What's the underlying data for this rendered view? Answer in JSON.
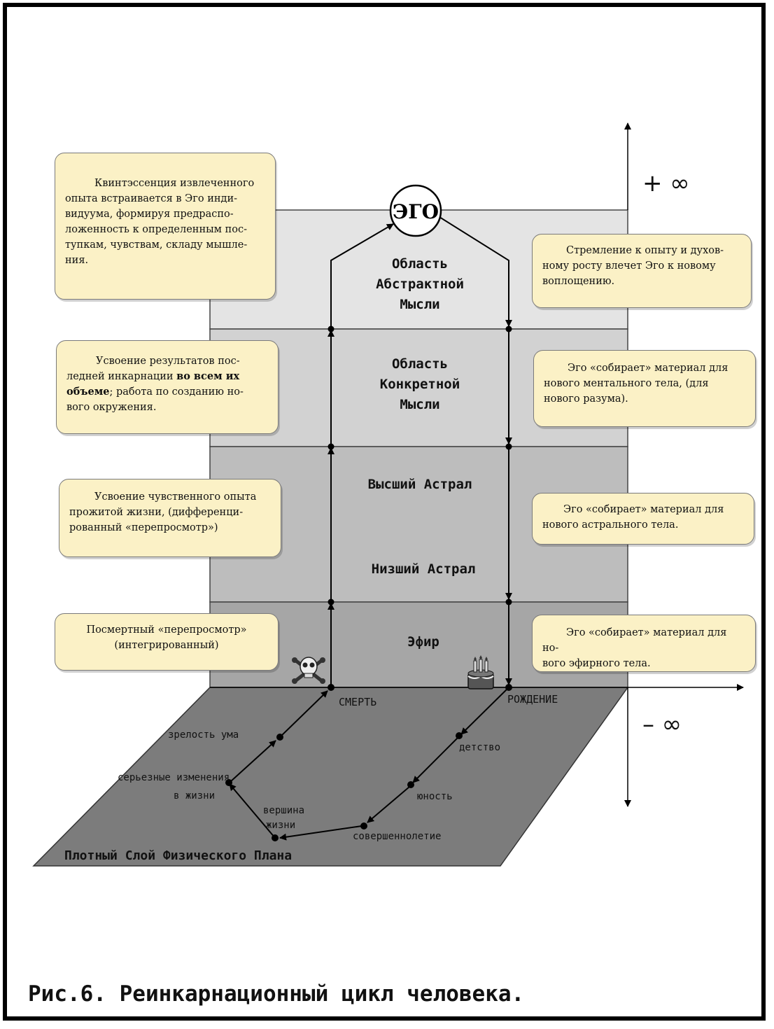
{
  "ego_label": "ЭГО",
  "plus_infinity": "+ ∞",
  "minus_infinity": "– ∞",
  "zones": {
    "abstract": [
      "Область",
      "Абстрактной",
      "Мысли"
    ],
    "concrete": [
      "Область",
      "Конкретной",
      "Мысли"
    ],
    "higher_astral": "Высший Астрал",
    "lower_astral": "Низший Астрал",
    "ether": "Эфир"
  },
  "death_label": "СМЕРТЬ",
  "birth_label": "РОЖДЕНИЕ",
  "plane_label": "Плотный Слой Физического Плана",
  "life_stages": {
    "childhood": "детство",
    "youth": "юность",
    "adulthood": "совершеннолетие",
    "life_peak": [
      "вершина",
      "жизни"
    ],
    "serious_changes": [
      "серьезные изменения",
      "в жизни"
    ],
    "maturity": "зрелость ума"
  },
  "notes": {
    "left_1": [
      "Квинтэссенция извлеченного",
      "опыта встраивается в Эго инди-",
      "видуума, формируя предраспо-",
      "ложенность к определенным пос-",
      "тупкам, чувствам, складу мышле-",
      "ния."
    ],
    "left_2": {
      "line1": "Усвоение результатов пос-",
      "line2_pre": "ледней инкарнации ",
      "line2_bold": "во всем их",
      "line3_bold": "объеме",
      "line3_post": "; работа по созданию но-",
      "line4": "вого окружения."
    },
    "left_3": [
      "Усвоение чувственного опыта",
      "прожитой жизни, (дифференци-",
      "рованный «перепросмотр»)"
    ],
    "left_4": [
      "Посмертный «перепросмотр»",
      "(интегрированный)"
    ],
    "right_1": [
      "Стремление к опыту и духов-",
      "ному росту влечет Эго к новому",
      "воплощению."
    ],
    "right_2": [
      "Эго «собирает» материал для",
      "нового ментального тела, (для",
      "нового разума)."
    ],
    "right_3": [
      "Эго «собирает» материал  для",
      "нового астрального тела."
    ],
    "right_4": [
      "Эго «собирает» материал для но-",
      "вого эфирного тела."
    ]
  },
  "caption": "Рис.6. Реинкарнационный цикл человека.",
  "colors": {
    "abstract": "#e4e4e4",
    "concrete": "#d2d2d2",
    "astral": "#bdbdbd",
    "ether": "#a6a6a6",
    "physical_plane": "#7c7c7c",
    "note_fill": "#fbf1c6"
  }
}
